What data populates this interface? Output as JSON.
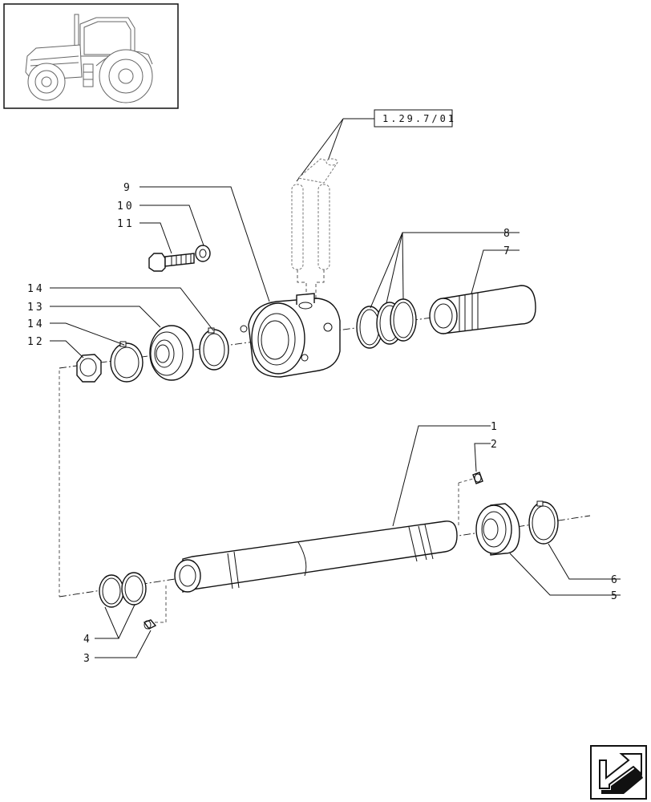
{
  "reference_box": {
    "text": "1.29.7/01"
  },
  "callouts": [
    {
      "id": "c1",
      "text": "1"
    },
    {
      "id": "c2",
      "text": "2"
    },
    {
      "id": "c3",
      "text": "3"
    },
    {
      "id": "c4",
      "text": "4"
    },
    {
      "id": "c5",
      "text": "5"
    },
    {
      "id": "c6",
      "text": "6"
    },
    {
      "id": "c7",
      "text": "7"
    },
    {
      "id": "c8",
      "text": "8"
    },
    {
      "id": "c9",
      "text": "9"
    },
    {
      "id": "c10",
      "text": "10"
    },
    {
      "id": "c11",
      "text": "11"
    },
    {
      "id": "c12",
      "text": "12"
    },
    {
      "id": "c13",
      "text": "13"
    },
    {
      "id": "c14a",
      "text": "14"
    },
    {
      "id": "c14b",
      "text": "14"
    }
  ],
  "icons": {
    "thumbnail": "tractor-thumbnail-icon",
    "navigation": "next-page-arrow-icon"
  }
}
